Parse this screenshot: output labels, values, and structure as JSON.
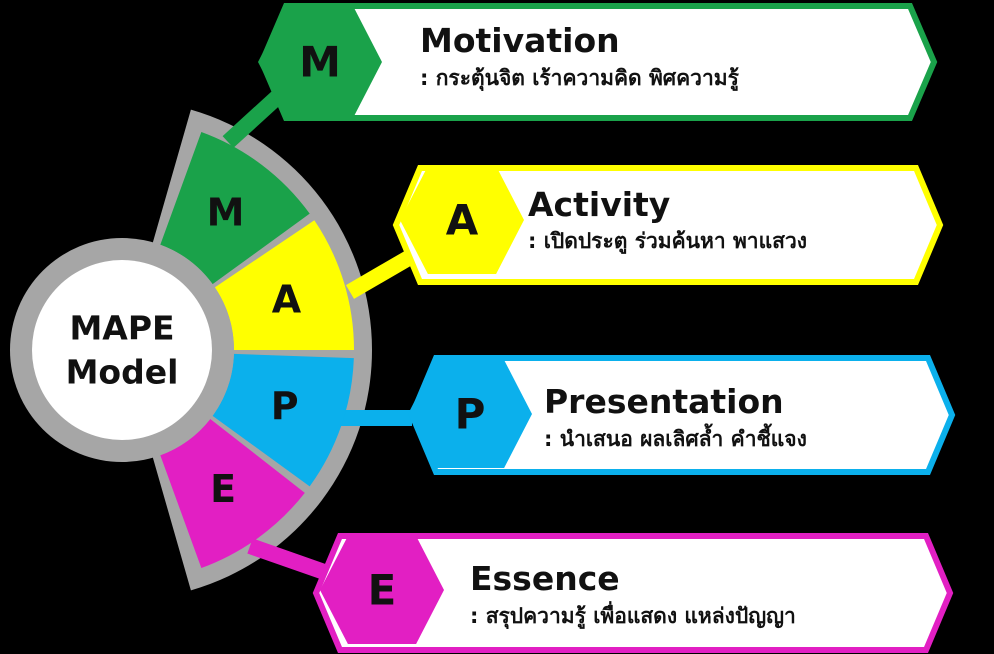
{
  "center": {
    "line1": "MAPE",
    "line2": "Model"
  },
  "items": [
    {
      "letter": "M",
      "title": "Motivation",
      "description": ": กระตุ้นจิต เร้าความคิด  พิศความรู้",
      "color": "#1aa24a"
    },
    {
      "letter": "A",
      "title": "Activity",
      "description": ": เปิดประตู ร่วมค้นหา  พาแสวง",
      "color": "#ffff00"
    },
    {
      "letter": "P",
      "title": "Presentation",
      "description": ": นำเสนอ ผลเลิศล้ำ คำชี้แจง",
      "color": "#0bb0ec"
    },
    {
      "letter": "E",
      "title": "Essence",
      "description": ": สรุปความรู้ เพื่อแสดง แหล่งปัญญา",
      "color": "#e21fc3"
    }
  ],
  "colors": {
    "background": "#000000",
    "ring": "#a6a6a6",
    "card_fill": "#ffffff"
  }
}
